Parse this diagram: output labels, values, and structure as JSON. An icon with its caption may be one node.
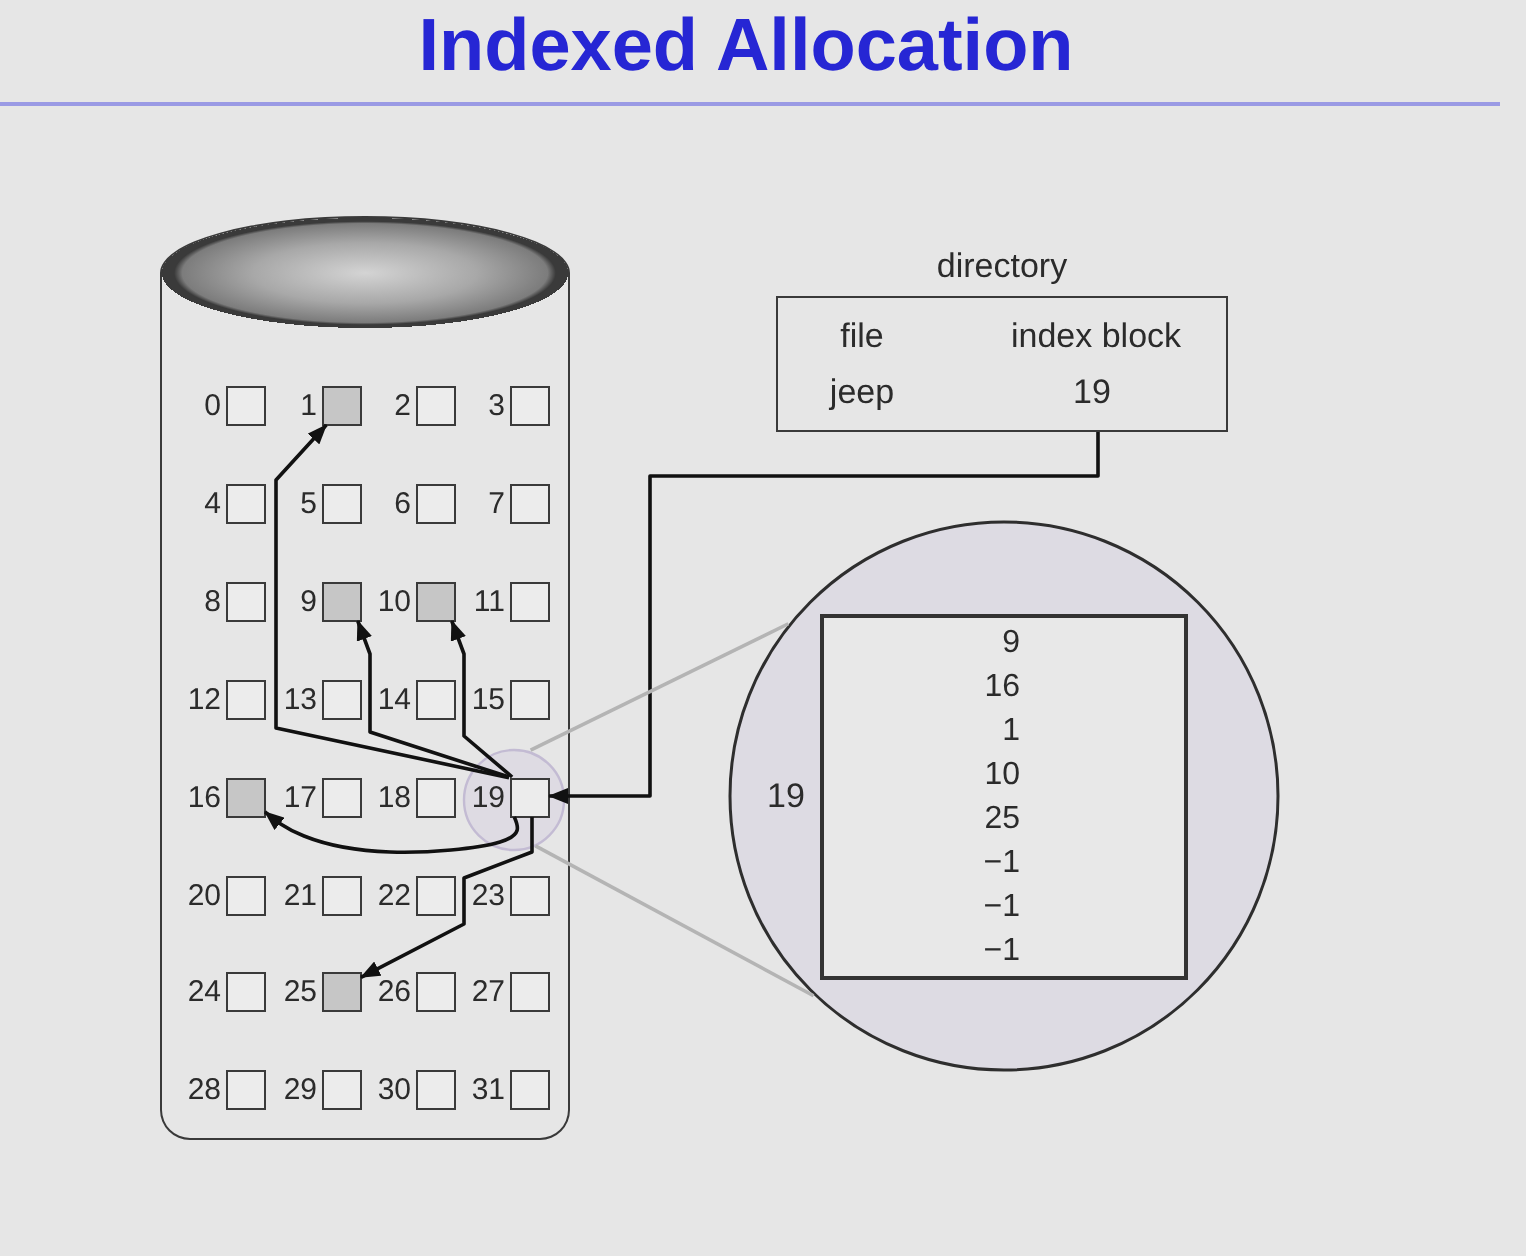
{
  "diagram": {
    "title": "Indexed Allocation",
    "nodes": [
      {
        "text": [],
        "shape": "cylinder"
      },
      {
        "text": [],
        "shape": "circle",
        "in": 0
      },
      {
        "text": [],
        "shape": "box",
        "beside": [
          "0"
        ],
        "in": 0
      },
      {
        "text": [],
        "shape": "box",
        "beside": [
          "1"
        ],
        "in": 0
      },
      {
        "text": [],
        "shape": "box",
        "beside": [
          "2"
        ],
        "in": 0
      },
      {
        "text": [],
        "shape": "box",
        "beside": [
          "3"
        ],
        "in": 0
      },
      {
        "text": [],
        "shape": "box",
        "beside": [
          "4"
        ],
        "in": 0
      },
      {
        "text": [],
        "shape": "box",
        "beside": [
          "5"
        ],
        "in": 0
      },
      {
        "text": [],
        "shape": "box",
        "beside": [
          "6"
        ],
        "in": 0
      },
      {
        "text": [],
        "shape": "box",
        "beside": [
          "7"
        ],
        "in": 0
      },
      {
        "text": [],
        "shape": "box",
        "beside": [
          "8"
        ],
        "in": 0
      },
      {
        "text": [],
        "shape": "box",
        "beside": [
          "9"
        ],
        "in": 0
      },
      {
        "text": [],
        "shape": "box",
        "beside": [
          "10"
        ],
        "in": 0
      },
      {
        "text": [],
        "shape": "box",
        "beside": [
          "11"
        ],
        "in": 0
      },
      {
        "text": [],
        "shape": "box",
        "beside": [
          "12"
        ],
        "in": 0
      },
      {
        "text": [],
        "shape": "box",
        "beside": [
          "13"
        ],
        "in": 0
      },
      {
        "text": [],
        "shape": "box",
        "beside": [
          "14"
        ],
        "in": 0
      },
      {
        "text": [],
        "shape": "box",
        "beside": [
          "15"
        ],
        "in": 0
      },
      {
        "text": [],
        "shape": "box",
        "beside": [
          "16"
        ],
        "in": 0
      },
      {
        "text": [],
        "shape": "box",
        "beside": [
          "17"
        ],
        "in": 0
      },
      {
        "text": [],
        "shape": "box",
        "beside": [
          "18"
        ],
        "in": 0
      },
      {
        "text": [],
        "shape": "box",
        "beside": [
          "19"
        ],
        "in": 1
      },
      {
        "text": [],
        "shape": "box",
        "beside": [
          "20"
        ],
        "in": 0
      },
      {
        "text": [],
        "shape": "box",
        "beside": [
          "21"
        ],
        "in": 0
      },
      {
        "text": [],
        "shape": "box",
        "beside": [
          "22"
        ],
        "in": 0
      },
      {
        "text": [],
        "shape": "box",
        "beside": [
          "23"
        ],
        "in": 0
      },
      {
        "text": [],
        "shape": "box",
        "beside": [
          "24"
        ],
        "in": 0
      },
      {
        "text": [],
        "shape": "box",
        "beside": [
          "25"
        ],
        "in": 0
      },
      {
        "text": [],
        "shape": "box",
        "beside": [
          "26"
        ],
        "in": 0
      },
      {
        "text": [],
        "shape": "box",
        "beside": [
          "27"
        ],
        "in": 0
      },
      {
        "text": [],
        "shape": "box",
        "beside": [
          "28"
        ],
        "in": 0
      },
      {
        "text": [],
        "shape": "box",
        "beside": [
          "29"
        ],
        "in": 0
      },
      {
        "text": [],
        "shape": "box",
        "beside": [
          "30"
        ],
        "in": 0
      },
      {
        "text": [],
        "shape": "box",
        "beside": [
          "31"
        ],
        "in": 0
      },
      {
        "text": [
          "directory",
          "file",
          "index block",
          "jeep",
          "19"
        ]
      },
      {
        "text": [],
        "shape": "circle"
      },
      {
        "text": [
          "9",
          "16",
          "1",
          "10",
          "25",
          "−1",
          "−1",
          "−1"
        ],
        "beside": [
          "19"
        ],
        "in": 35
      }
    ],
    "edges": [
      {
        "from": 34,
        "to": 21,
        "arrow": "to"
      },
      {
        "from": 21,
        "to": 11,
        "arrow": "to"
      },
      {
        "from": 21,
        "to": 18,
        "arrow": "to"
      },
      {
        "from": 21,
        "to": 3,
        "arrow": "to"
      },
      {
        "from": 21,
        "to": 12,
        "arrow": "to"
      },
      {
        "from": 21,
        "to": 27,
        "arrow": "to"
      },
      {
        "from": 1,
        "to": 35,
        "arrow": "none",
        "color": "#b4b4b4"
      },
      {
        "from": 1,
        "to": 35,
        "arrow": "none",
        "color": "#b4b4b4"
      }
    ]
  }
}
